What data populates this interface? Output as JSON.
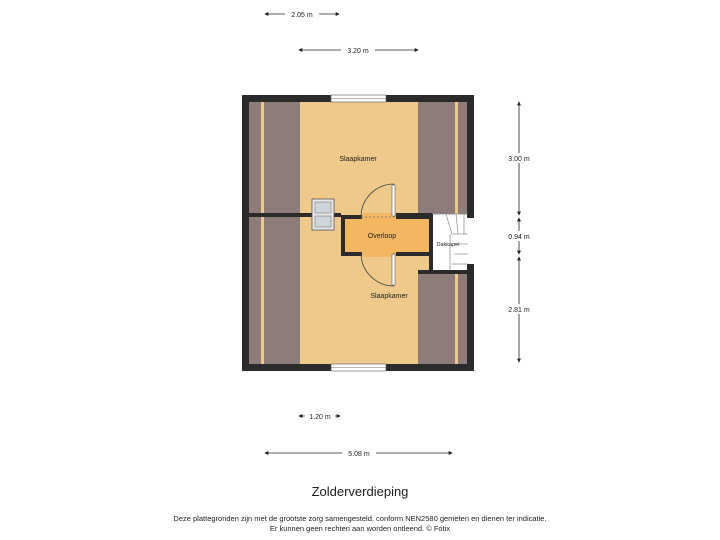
{
  "floor_title": "Zolderverdieping",
  "disclaimer": {
    "line1": "Deze plattegronden zijn met de grootste zorg samengesteld, conform NEN2580 gemeten en dienen ter indicatie.",
    "line2": "Er kunnen geen rechten aan worden ontleend. © Fotix"
  },
  "rooms": {
    "bedroom_top": "Slaapkamer",
    "landing": "Overloop",
    "dormer": "Dakkapel",
    "bedroom_bottom": "Slaapkamer"
  },
  "dimensions": {
    "top_2_05": "2.05 m",
    "top_3_20": "3.20 m",
    "right_3_00": "3.00 m",
    "right_0_94": "0.94 m",
    "right_2_81": "2.81 m",
    "bottom_1_20": "1.20 m",
    "bottom_5_08": "5.08 m"
  },
  "colors": {
    "wall": "#2b2b2b",
    "floor": "#eec98a",
    "landing": "#f2b760",
    "slope": "#8e7c7b",
    "dormer": "#ffffff"
  }
}
